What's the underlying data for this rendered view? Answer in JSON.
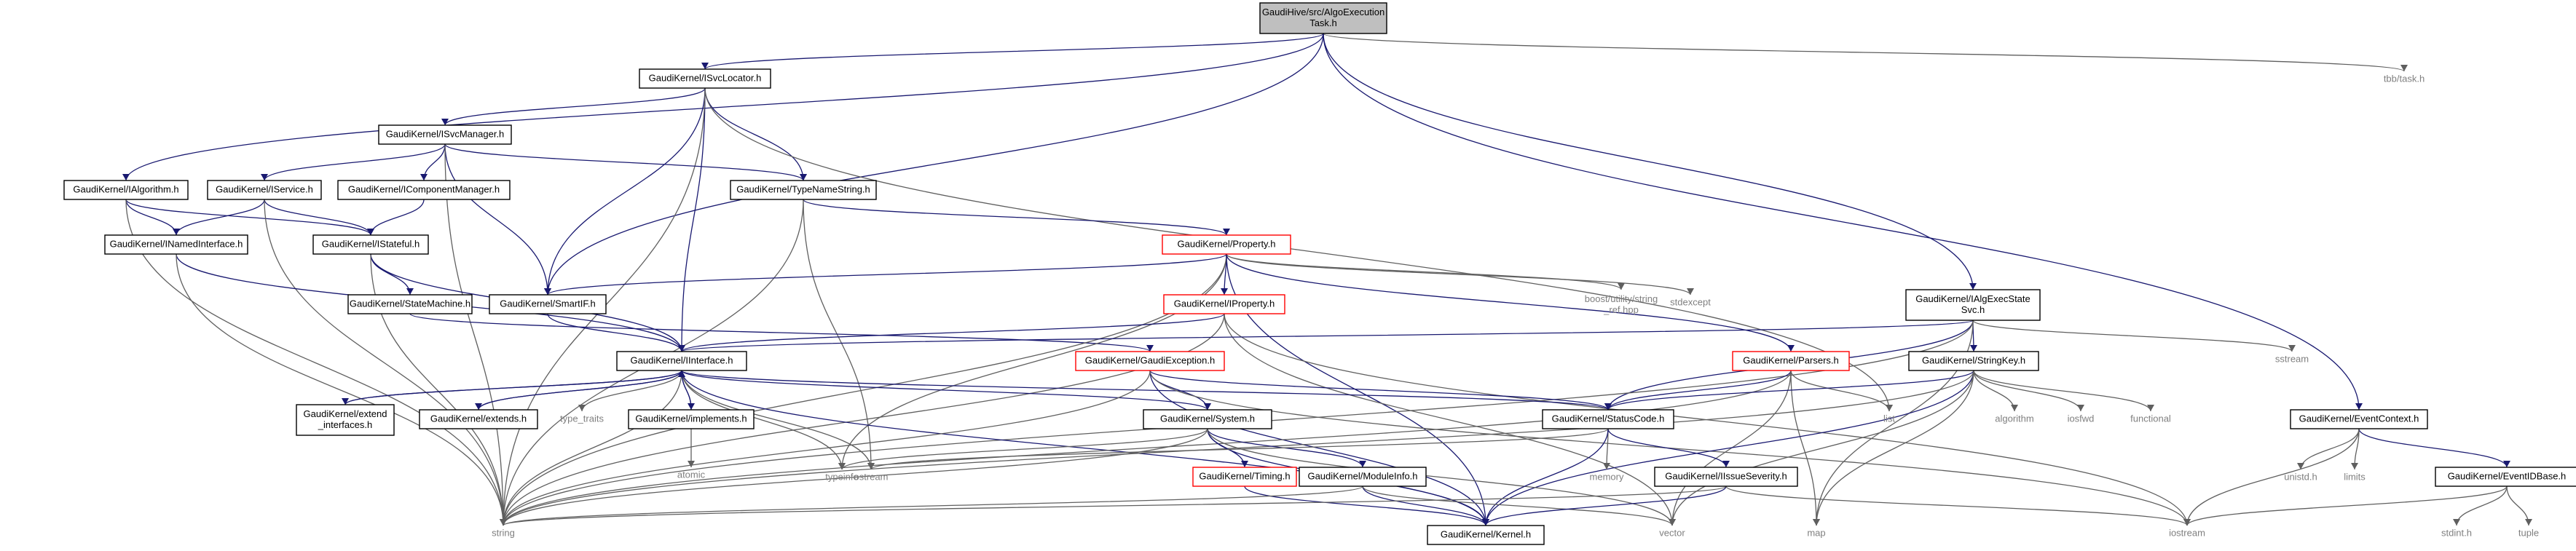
{
  "diagram_title": "",
  "nodes": [
    {
      "id": "root",
      "lines": [
        "GaudiHive/src/AlgoExecution",
        "Task.h"
      ],
      "style": "root"
    },
    {
      "id": "isvclocator",
      "lines": [
        "GaudiKernel/ISvcLocator.h"
      ],
      "style": "boxed"
    },
    {
      "id": "tbbtask",
      "lines": [
        "tbb/task.h"
      ],
      "style": "plain"
    },
    {
      "id": "isvcmanager",
      "lines": [
        "GaudiKernel/ISvcManager.h"
      ],
      "style": "boxed"
    },
    {
      "id": "ialgorithm",
      "lines": [
        "GaudiKernel/IAlgorithm.h"
      ],
      "style": "boxed"
    },
    {
      "id": "iservice",
      "lines": [
        "GaudiKernel/IService.h"
      ],
      "style": "boxed"
    },
    {
      "id": "icomponentmanager",
      "lines": [
        "GaudiKernel/IComponentManager.h"
      ],
      "style": "boxed"
    },
    {
      "id": "typenamestring",
      "lines": [
        "GaudiKernel/TypeNameString.h"
      ],
      "style": "boxed"
    },
    {
      "id": "inamedinterface",
      "lines": [
        "GaudiKernel/INamedInterface.h"
      ],
      "style": "boxed"
    },
    {
      "id": "istateful",
      "lines": [
        "GaudiKernel/IStateful.h"
      ],
      "style": "boxed"
    },
    {
      "id": "property",
      "lines": [
        "GaudiKernel/Property.h"
      ],
      "style": "red"
    },
    {
      "id": "statemachine",
      "lines": [
        "GaudiKernel/StateMachine.h"
      ],
      "style": "boxed"
    },
    {
      "id": "smartif",
      "lines": [
        "GaudiKernel/SmartIF.h"
      ],
      "style": "boxed"
    },
    {
      "id": "iproperty",
      "lines": [
        "GaudiKernel/IProperty.h"
      ],
      "style": "red"
    },
    {
      "id": "boostutility",
      "lines": [
        "boost/utility/string",
        "_ref.hpp"
      ],
      "style": "plain"
    },
    {
      "id": "stdexcept",
      "lines": [
        "stdexcept"
      ],
      "style": "plain"
    },
    {
      "id": "ialgexecstatesvc",
      "lines": [
        "GaudiKernel/IAlgExecState",
        "Svc.h"
      ],
      "style": "boxed"
    },
    {
      "id": "sstream",
      "lines": [
        "sstream"
      ],
      "style": "plain"
    },
    {
      "id": "iinterface",
      "lines": [
        "GaudiKernel/IInterface.h"
      ],
      "style": "boxed"
    },
    {
      "id": "gaudiexception",
      "lines": [
        "GaudiKernel/GaudiException.h"
      ],
      "style": "red"
    },
    {
      "id": "parsers",
      "lines": [
        "GaudiKernel/Parsers.h"
      ],
      "style": "red"
    },
    {
      "id": "stringkey",
      "lines": [
        "GaudiKernel/StringKey.h"
      ],
      "style": "boxed"
    },
    {
      "id": "extendinterfaces",
      "lines": [
        "GaudiKernel/extend",
        "_interfaces.h"
      ],
      "style": "boxed"
    },
    {
      "id": "extends",
      "lines": [
        "GaudiKernel/extends.h"
      ],
      "style": "boxed"
    },
    {
      "id": "typetraits",
      "lines": [
        "type_traits"
      ],
      "style": "plain"
    },
    {
      "id": "implements",
      "lines": [
        "GaudiKernel/implements.h"
      ],
      "style": "boxed"
    },
    {
      "id": "system",
      "lines": [
        "GaudiKernel/System.h"
      ],
      "style": "boxed"
    },
    {
      "id": "statuscode",
      "lines": [
        "GaudiKernel/StatusCode.h"
      ],
      "style": "boxed"
    },
    {
      "id": "list",
      "lines": [
        "list"
      ],
      "style": "plain"
    },
    {
      "id": "algorithm",
      "lines": [
        "algorithm"
      ],
      "style": "plain"
    },
    {
      "id": "iosfwd",
      "lines": [
        "iosfwd"
      ],
      "style": "plain"
    },
    {
      "id": "functional",
      "lines": [
        "functional"
      ],
      "style": "plain"
    },
    {
      "id": "eventcontext",
      "lines": [
        "GaudiKernel/EventContext.h"
      ],
      "style": "boxed"
    },
    {
      "id": "atomic",
      "lines": [
        "atomic"
      ],
      "style": "plain"
    },
    {
      "id": "typeinfo",
      "lines": [
        "typeinfo"
      ],
      "style": "plain"
    },
    {
      "id": "ostream",
      "lines": [
        "ostream"
      ],
      "style": "plain"
    },
    {
      "id": "timing",
      "lines": [
        "GaudiKernel/Timing.h"
      ],
      "style": "red"
    },
    {
      "id": "moduleinfo",
      "lines": [
        "GaudiKernel/ModuleInfo.h"
      ],
      "style": "boxed"
    },
    {
      "id": "memory",
      "lines": [
        "memory"
      ],
      "style": "plain"
    },
    {
      "id": "iissueseverity",
      "lines": [
        "GaudiKernel/IIssueSeverity.h"
      ],
      "style": "boxed"
    },
    {
      "id": "unistd",
      "lines": [
        "unistd.h"
      ],
      "style": "plain"
    },
    {
      "id": "limits",
      "lines": [
        "limits"
      ],
      "style": "plain"
    },
    {
      "id": "eventidbase",
      "lines": [
        "GaudiKernel/EventIDBase.h"
      ],
      "style": "boxed"
    },
    {
      "id": "string",
      "lines": [
        "string"
      ],
      "style": "plain"
    },
    {
      "id": "kernel",
      "lines": [
        "GaudiKernel/Kernel.h"
      ],
      "style": "boxed"
    },
    {
      "id": "vector",
      "lines": [
        "vector"
      ],
      "style": "plain"
    },
    {
      "id": "map",
      "lines": [
        "map"
      ],
      "style": "plain"
    },
    {
      "id": "iostream",
      "lines": [
        "iostream"
      ],
      "style": "plain"
    },
    {
      "id": "stdint",
      "lines": [
        "stdint.h"
      ],
      "style": "plain"
    },
    {
      "id": "tuple",
      "lines": [
        "tuple"
      ],
      "style": "plain"
    }
  ],
  "edges": [
    [
      "root",
      "isvclocator"
    ],
    [
      "root",
      "tbbtask"
    ],
    [
      "root",
      "ialgorithm"
    ],
    [
      "root",
      "smartif"
    ],
    [
      "root",
      "ialgexecstatesvc"
    ],
    [
      "root",
      "eventcontext"
    ],
    [
      "isvclocator",
      "isvcmanager"
    ],
    [
      "isvclocator",
      "typenamestring"
    ],
    [
      "isvclocator",
      "smartif"
    ],
    [
      "isvclocator",
      "iinterface"
    ],
    [
      "isvclocator",
      "list"
    ],
    [
      "isvclocator",
      "string"
    ],
    [
      "isvcmanager",
      "iservice"
    ],
    [
      "isvcmanager",
      "icomponentmanager"
    ],
    [
      "isvcmanager",
      "typenamestring"
    ],
    [
      "isvcmanager",
      "smartif"
    ],
    [
      "isvcmanager",
      "string"
    ],
    [
      "ialgorithm",
      "inamedinterface"
    ],
    [
      "ialgorithm",
      "istateful"
    ],
    [
      "ialgorithm",
      "string"
    ],
    [
      "iservice",
      "inamedinterface"
    ],
    [
      "iservice",
      "istateful"
    ],
    [
      "iservice",
      "string"
    ],
    [
      "icomponentmanager",
      "istateful"
    ],
    [
      "typenamestring",
      "property"
    ],
    [
      "typenamestring",
      "string"
    ],
    [
      "typenamestring",
      "ostream"
    ],
    [
      "inamedinterface",
      "iinterface"
    ],
    [
      "inamedinterface",
      "string"
    ],
    [
      "istateful",
      "iinterface"
    ],
    [
      "istateful",
      "statemachine"
    ],
    [
      "istateful",
      "string"
    ],
    [
      "statemachine",
      "gaudiexception"
    ],
    [
      "property",
      "smartif"
    ],
    [
      "property",
      "iproperty"
    ],
    [
      "property",
      "boostutility"
    ],
    [
      "property",
      "stdexcept"
    ],
    [
      "property",
      "parsers"
    ],
    [
      "property",
      "string"
    ],
    [
      "property",
      "typeinfo"
    ],
    [
      "property",
      "kernel"
    ],
    [
      "smartif",
      "iinterface"
    ],
    [
      "iproperty",
      "iinterface"
    ],
    [
      "iproperty",
      "string"
    ],
    [
      "iproperty",
      "vector"
    ],
    [
      "iproperty",
      "iostream"
    ],
    [
      "ialgexecstatesvc",
      "iinterface"
    ],
    [
      "ialgexecstatesvc",
      "stringkey"
    ],
    [
      "ialgexecstatesvc",
      "statuscode"
    ],
    [
      "ialgexecstatesvc",
      "sstream"
    ],
    [
      "ialgexecstatesvc",
      "string"
    ],
    [
      "ialgexecstatesvc",
      "map"
    ],
    [
      "iinterface",
      "extendinterfaces"
    ],
    [
      "iinterface",
      "extends"
    ],
    [
      "iinterface",
      "typetraits"
    ],
    [
      "iinterface",
      "implements"
    ],
    [
      "iinterface",
      "system"
    ],
    [
      "iinterface",
      "statuscode"
    ],
    [
      "iinterface",
      "typeinfo"
    ],
    [
      "iinterface",
      "ostream"
    ],
    [
      "iinterface",
      "kernel"
    ],
    [
      "iinterface",
      "string"
    ],
    [
      "extendinterfaces",
      "iinterface"
    ],
    [
      "extends",
      "iinterface"
    ],
    [
      "implements",
      "iinterface"
    ],
    [
      "implements",
      "atomic"
    ],
    [
      "gaudiexception",
      "system"
    ],
    [
      "gaudiexception",
      "statuscode"
    ],
    [
      "gaudiexception",
      "kernel"
    ],
    [
      "gaudiexception",
      "string"
    ],
    [
      "gaudiexception",
      "iostream"
    ],
    [
      "parsers",
      "statuscode"
    ],
    [
      "parsers",
      "list"
    ],
    [
      "parsers",
      "vector"
    ],
    [
      "parsers",
      "map"
    ],
    [
      "parsers",
      "string"
    ],
    [
      "stringkey",
      "statuscode"
    ],
    [
      "stringkey",
      "algorithm"
    ],
    [
      "stringkey",
      "iosfwd"
    ],
    [
      "stringkey",
      "functional"
    ],
    [
      "stringkey",
      "kernel"
    ],
    [
      "stringkey",
      "string"
    ],
    [
      "stringkey",
      "vector"
    ],
    [
      "stringkey",
      "map"
    ],
    [
      "system",
      "timing"
    ],
    [
      "system",
      "moduleinfo"
    ],
    [
      "system",
      "kernel"
    ],
    [
      "system",
      "typeinfo"
    ],
    [
      "system",
      "string"
    ],
    [
      "system",
      "vector"
    ],
    [
      "statuscode",
      "iissueseverity"
    ],
    [
      "statuscode",
      "memory"
    ],
    [
      "statuscode",
      "kernel"
    ],
    [
      "statuscode",
      "ostream"
    ],
    [
      "timing",
      "kernel"
    ],
    [
      "moduleinfo",
      "kernel"
    ],
    [
      "moduleinfo",
      "string"
    ],
    [
      "moduleinfo",
      "vector"
    ],
    [
      "iissueseverity",
      "kernel"
    ],
    [
      "iissueseverity",
      "string"
    ],
    [
      "iissueseverity",
      "iostream"
    ],
    [
      "eventcontext",
      "eventidbase"
    ],
    [
      "eventcontext",
      "unistd"
    ],
    [
      "eventcontext",
      "limits"
    ],
    [
      "eventcontext",
      "iostream"
    ],
    [
      "eventidbase",
      "stdint"
    ],
    [
      "eventidbase",
      "tuple"
    ],
    [
      "eventidbase",
      "iostream"
    ]
  ]
}
